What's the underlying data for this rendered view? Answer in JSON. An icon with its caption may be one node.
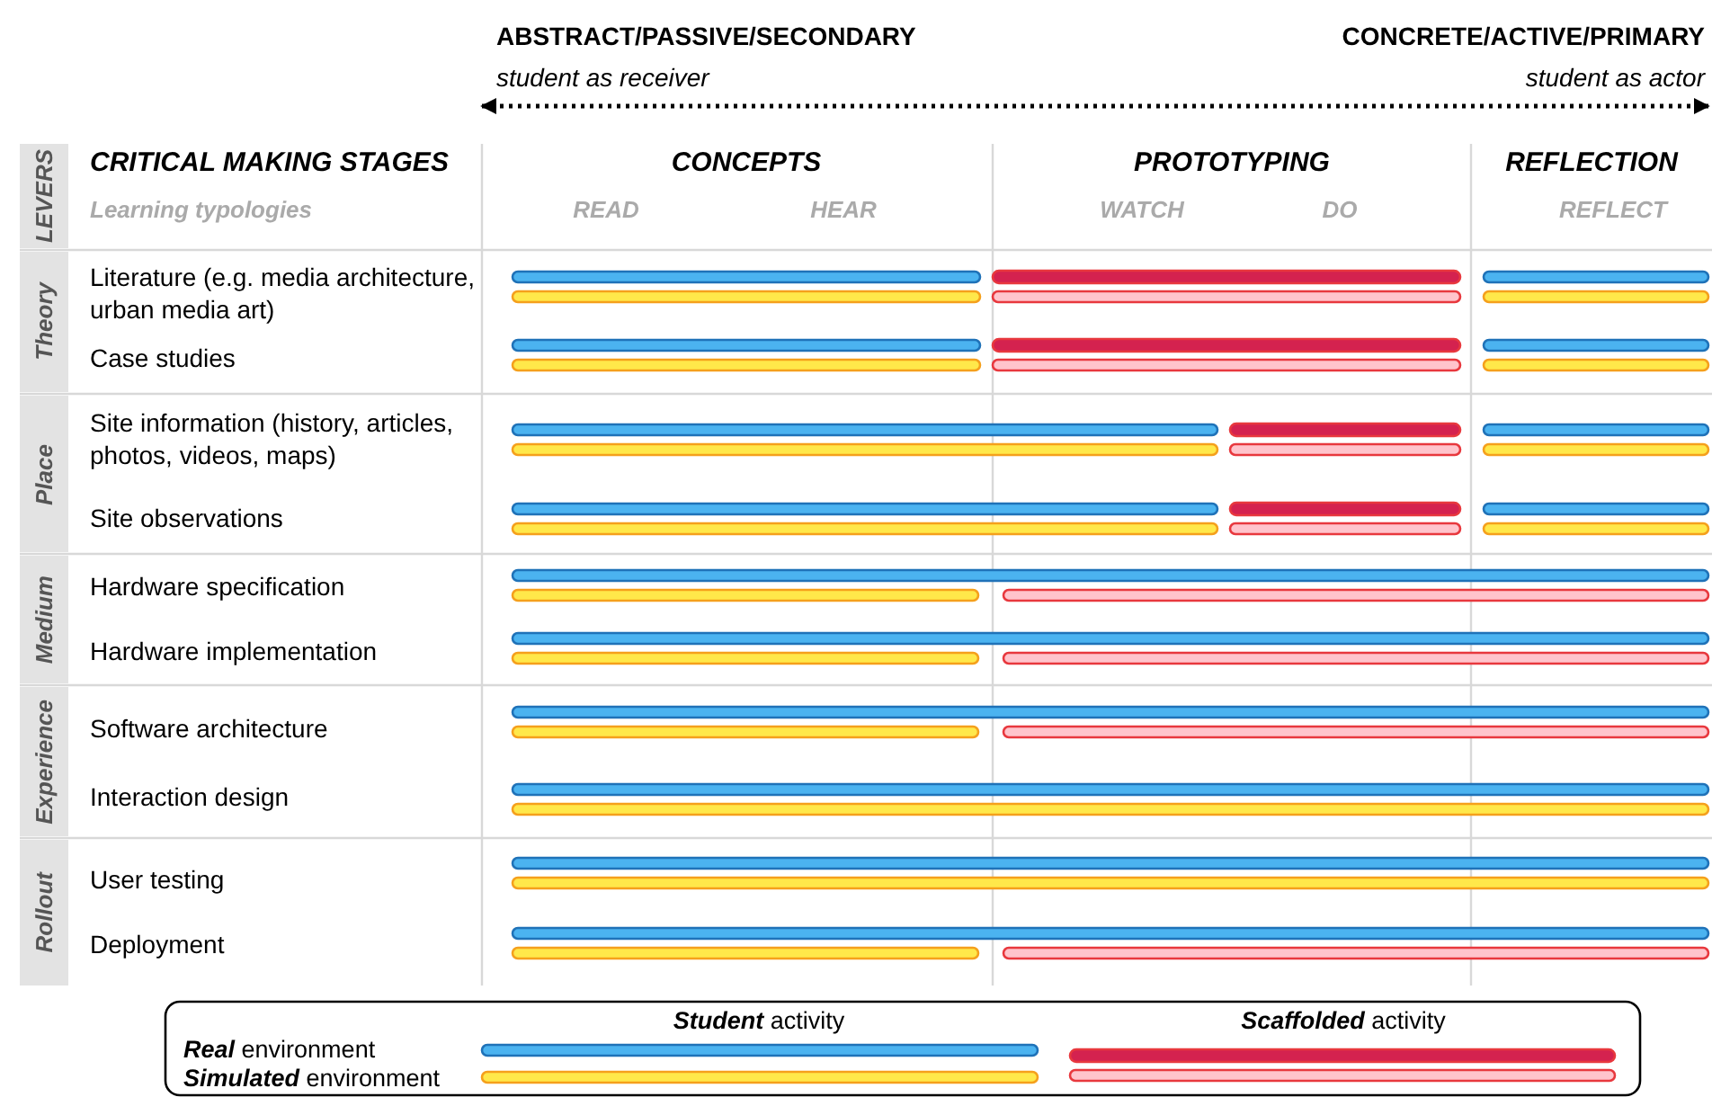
{
  "diagram": {
    "nodes": [
      {
        "text": [
          "LEVERS"
        ]
      },
      {
        "text": [
          "Theory"
        ]
      },
      {
        "text": [
          "Place"
        ]
      },
      {
        "text": [
          "Medium"
        ]
      },
      {
        "text": [
          "Experience"
        ]
      },
      {
        "text": [
          "Rollout"
        ]
      }
    ],
    "labels": [
      "ABSTRACT/PASSIVE/SECONDARY",
      "CONCRETE/ACTIVE/PRIMARY",
      "student as receiver",
      "student as actor",
      "CRITICAL MAKING STAGES",
      "CONCEPTS",
      "PROTOTYPING",
      "REFLECTION",
      "Learning typologies",
      "READ",
      "HEAR",
      "WATCH",
      "DO",
      "REFLECT",
      "Literature (e.g. media architecture, urban media art)",
      "Case studies",
      "Site information (history, articles, photos, videos, maps)",
      "Site observations",
      "Hardware specification",
      "Hardware implementation",
      "Software architecture",
      "Interaction design",
      "User testing",
      "Deployment"
    ],
    "legend": [
      {
        "text": "**Student** activity"
      },
      {
        "text": "**Scaffolded** activity"
      },
      {
        "text": "**Real** environment"
      },
      {
        "text": "**Simulated** environment"
      }
    ]
  }
}
